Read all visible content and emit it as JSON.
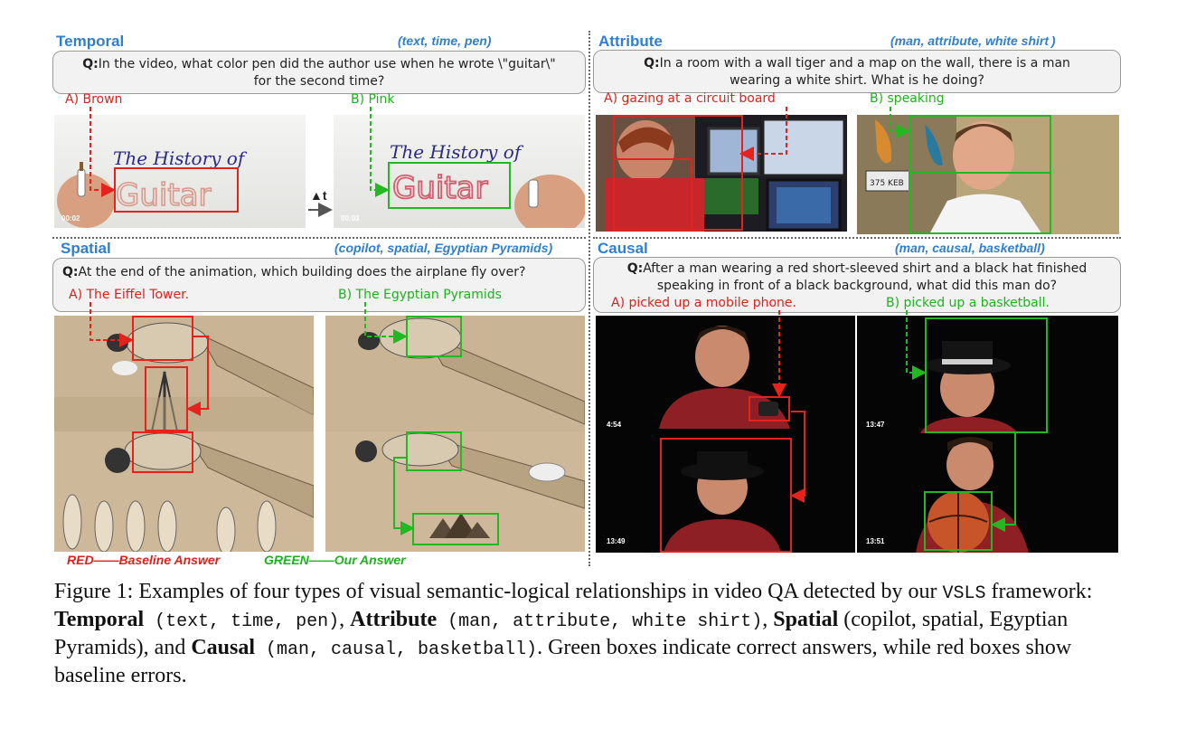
{
  "temporal": {
    "title": "Temporal",
    "tag": "(text, time, pen)",
    "q_prefix": "Q:",
    "question": "In the video, what color pen did the author use when he wrote \\\"guitar\\\" for the second time?",
    "ans_a": "A) Brown",
    "ans_b": "B) Pink",
    "board_line1": "The History of",
    "board_line2": "Guitar",
    "ts1": "00:02",
    "ts2": "00:03",
    "arrow_label": "▲t"
  },
  "attribute": {
    "title": "Attribute",
    "tag": "(man, attribute, white shirt )",
    "q_prefix": "Q:",
    "question": "In a room with a wall tiger and a map on the wall, there is a man wearing a white shirt. What is he doing?",
    "ans_a": "A) gazing at a circuit board",
    "ans_b": "B) speaking",
    "plate": "375 KEB"
  },
  "spatial": {
    "title": "Spatial",
    "tag": "(copilot, spatial, Egyptian Pyramids)",
    "q_prefix": "Q:",
    "question": "At the end of the animation, which building does the airplane fly over?",
    "ans_a": "A) The Eiffel Tower.",
    "ans_b": "B) The Egyptian Pyramids"
  },
  "causal": {
    "title": "Causal",
    "tag": "(man, causal, basketball)",
    "q_prefix": "Q:",
    "question": "After a man wearing a red short-sleeved shirt and a black hat finished speaking in front of a black background, what did this man do?",
    "ans_a": "A) picked up a mobile phone.",
    "ans_b": "B) picked up a basketball.",
    "ts1": "4:54",
    "ts2": "13:49",
    "ts3": "13:47",
    "ts4": "13:51"
  },
  "legend": {
    "red": "RED——Baseline Answer",
    "green": "GREEN——Our Answer"
  },
  "caption": {
    "p1": "Figure 1: Examples of four types of visual semantic-logical relationships in video QA detected by our ",
    "vsls": "VSLS",
    "p2": " framework: ",
    "b1": "Temporal",
    "m1": " (text, time, pen)",
    "c1": ", ",
    "b2": "Attribute",
    "m2": " (man, attribute, white shirt)",
    "c2": ", ",
    "b3": "Spatial",
    "t3": " (copilot, spatial, Egyptian Pyramids), and ",
    "b4": "Causal",
    "m4": " (man, causal, basketball)",
    "end": ". Green boxes indicate correct answers, while red boxes show baseline errors."
  },
  "colors": {
    "title_blue": "#2f7fd1",
    "baseline_red": "#e0211b",
    "ours_green": "#1cb31c"
  }
}
